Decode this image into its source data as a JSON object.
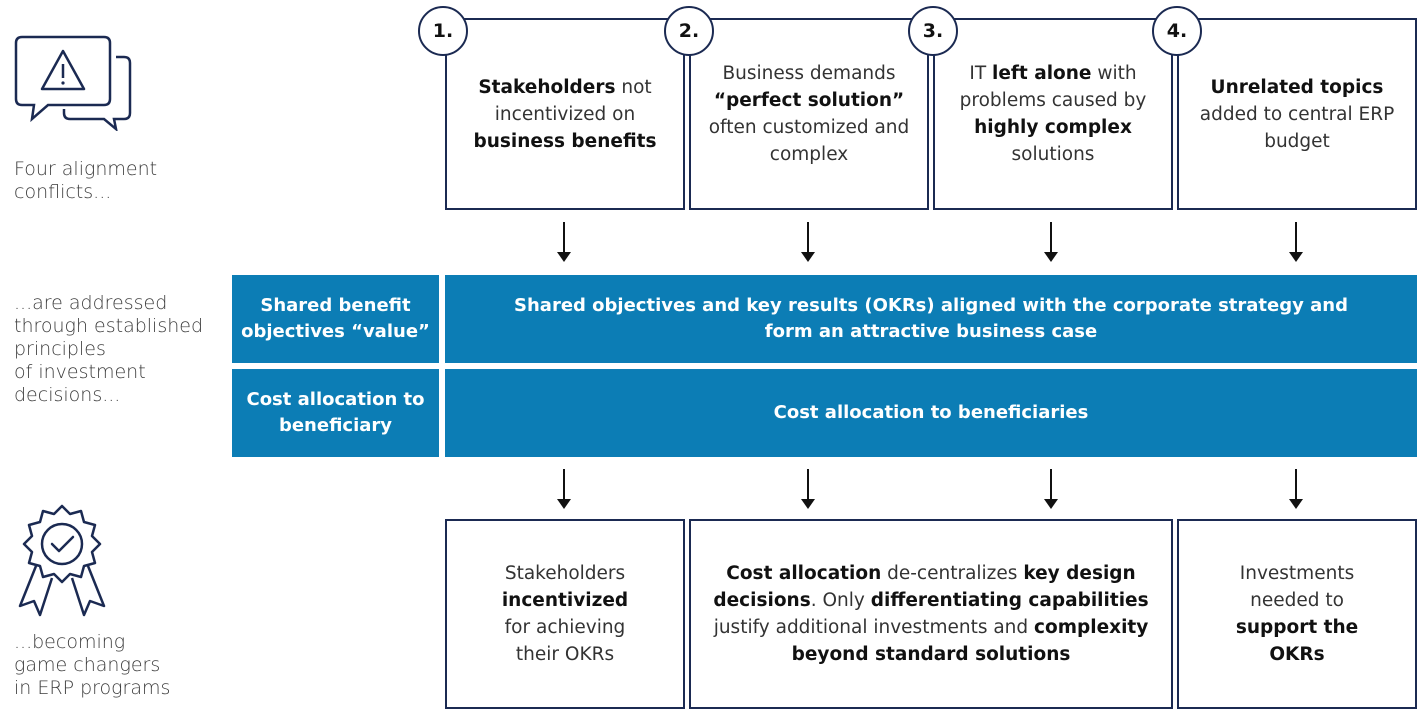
{
  "captions": {
    "conflicts": [
      "Four alignment",
      "conflicts..."
    ],
    "addressed": [
      "...are addressed",
      "through established",
      "principles",
      "of investment",
      "decisions..."
    ],
    "becoming": [
      "...becoming",
      "game changers",
      "in ERP programs"
    ]
  },
  "icons": {
    "conflicts": "warning-speech-bubbles-icon",
    "becoming": "award-badge-icon"
  },
  "conflicts": [
    {
      "number": "1.",
      "parts": [
        {
          "t": "Stakeholders",
          "b": true
        },
        {
          "t": " not incentivized on ",
          "b": false
        },
        {
          "t": "business benefits",
          "b": true
        }
      ]
    },
    {
      "number": "2.",
      "parts": [
        {
          "t": "Business demands ",
          "b": false
        },
        {
          "t": "“perfect solution”",
          "b": true
        },
        {
          "t": " often customized and complex",
          "b": false
        }
      ]
    },
    {
      "number": "3.",
      "parts": [
        {
          "t": "IT ",
          "b": false
        },
        {
          "t": "left alone",
          "b": true
        },
        {
          "t": " with problems caused by ",
          "b": false
        },
        {
          "t": "highly complex",
          "b": true
        },
        {
          "t": " solutions",
          "b": false
        }
      ]
    },
    {
      "number": "4.",
      "parts": [
        {
          "t": "Unrelated topics",
          "b": true
        },
        {
          "t": " added to central ERP budget",
          "b": false
        }
      ]
    }
  ],
  "principles": [
    {
      "label": "Shared benefit objectives “value”",
      "text": "Shared objectives and key results (OKRs) aligned with the corporate strategy and form an attractive business case"
    },
    {
      "label": "Cost allocation to beneficiary",
      "text": "Cost allocation to beneficiaries"
    }
  ],
  "outcomes": [
    {
      "parts": [
        {
          "t": "Stakeholders ",
          "b": false
        },
        {
          "t": "incentivized",
          "b": true
        },
        {
          "t": " for achieving their OKRs",
          "b": false
        }
      ]
    },
    {
      "parts": [
        {
          "t": "Cost allocation",
          "b": true
        },
        {
          "t": " de-centralizes ",
          "b": false
        },
        {
          "t": "key design decisions",
          "b": true
        },
        {
          "t": ". Only ",
          "b": false
        },
        {
          "t": "differentiating capabilities",
          "b": true
        },
        {
          "t": " justify additional investments and ",
          "b": false
        },
        {
          "t": "complexity beyond standard solutions",
          "b": true
        }
      ]
    },
    {
      "parts": [
        {
          "t": "Investments needed to ",
          "b": false
        },
        {
          "t": "support the OKRs",
          "b": true
        }
      ]
    }
  ],
  "colors": {
    "band": "#0c7db5",
    "border": "#1b2a52",
    "icon": "#1b2a52"
  }
}
